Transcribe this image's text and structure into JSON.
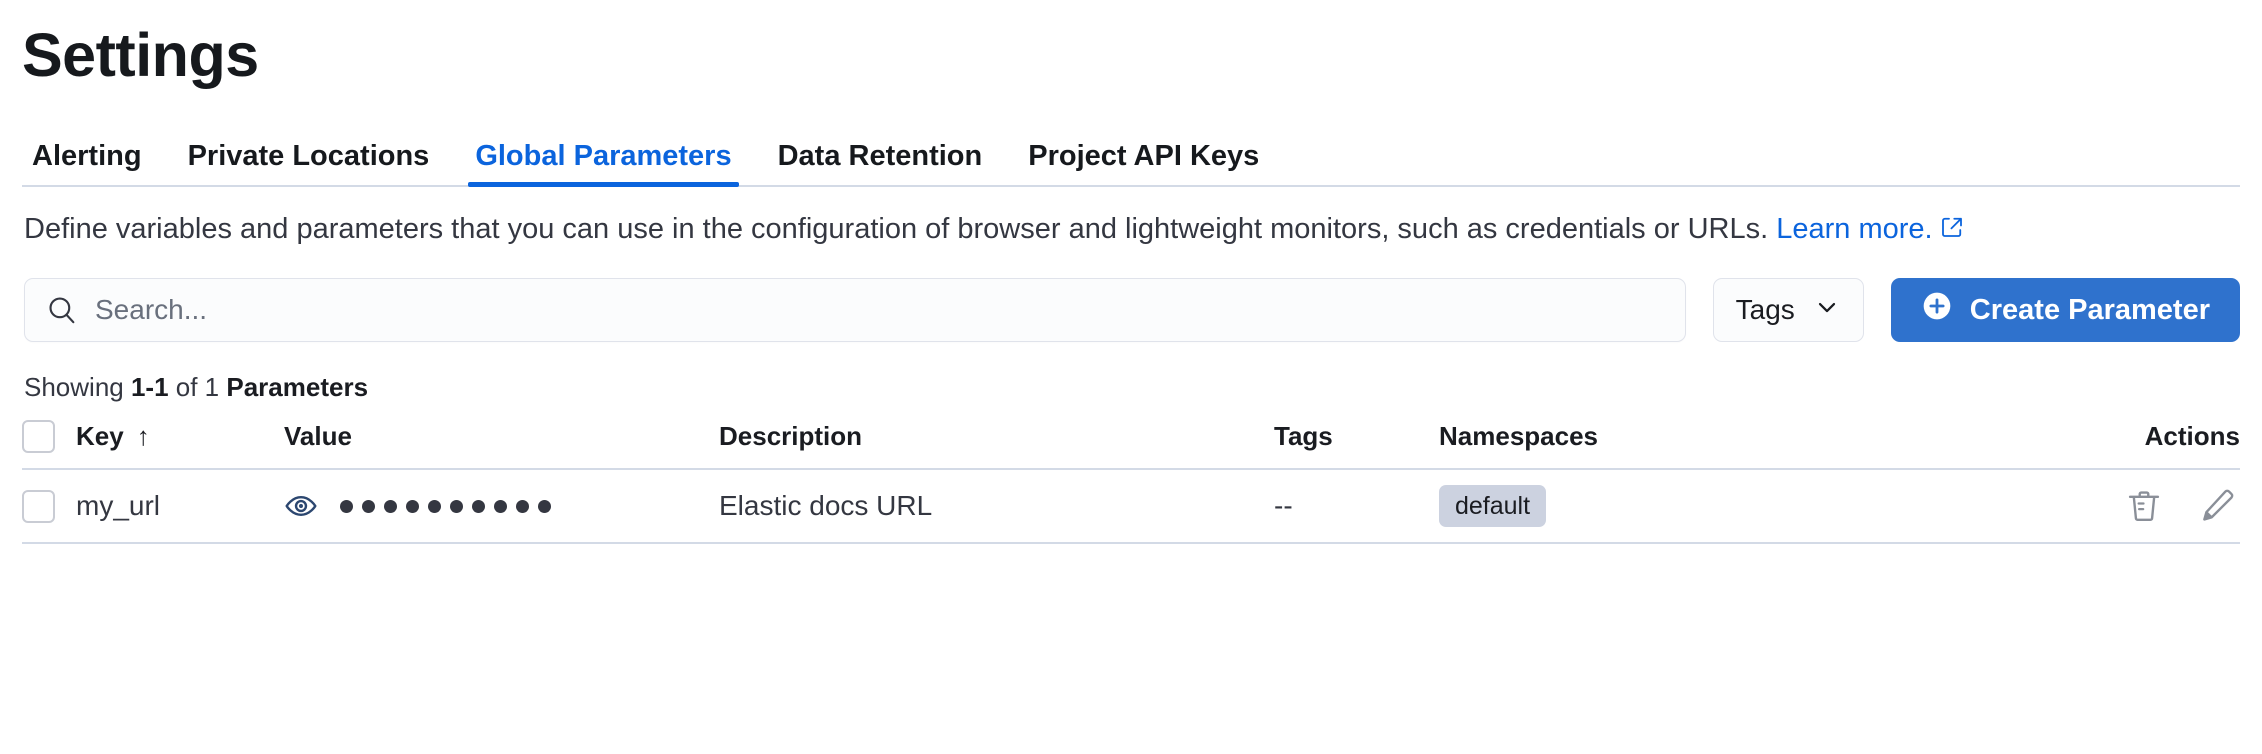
{
  "header": {
    "title": "Settings"
  },
  "tabs": [
    {
      "label": "Alerting",
      "active": false
    },
    {
      "label": "Private Locations",
      "active": false
    },
    {
      "label": "Global Parameters",
      "active": true
    },
    {
      "label": "Data Retention",
      "active": false
    },
    {
      "label": "Project API Keys",
      "active": false
    }
  ],
  "description": {
    "text": "Define variables and parameters that you can use in the configuration of browser and lightweight monitors, such as credentials or URLs. ",
    "link_text": "Learn more.",
    "link_icon": "external-link-icon"
  },
  "controls": {
    "search_placeholder": "Search...",
    "search_value": "",
    "search_icon": "search-icon",
    "tags_label": "Tags",
    "tags_chevron_icon": "chevron-down-icon",
    "create_label": "Create Parameter",
    "create_icon": "plus-circle-icon"
  },
  "results": {
    "showing_prefix": "Showing ",
    "range": "1-1",
    "of_text": " of 1 ",
    "entity": "Parameters"
  },
  "table": {
    "columns": [
      {
        "key": "select",
        "label": ""
      },
      {
        "key": "key",
        "label": "Key",
        "sort": "↑"
      },
      {
        "key": "value",
        "label": "Value"
      },
      {
        "key": "description",
        "label": "Description"
      },
      {
        "key": "tags",
        "label": "Tags"
      },
      {
        "key": "namespaces",
        "label": "Namespaces"
      },
      {
        "key": "actions",
        "label": "Actions"
      }
    ],
    "rows": [
      {
        "key": "my_url",
        "value_masked_dots": 10,
        "value_toggle_icon": "eye-icon",
        "description": "Elastic docs URL",
        "tags": "--",
        "namespaces": [
          "default"
        ],
        "actions": [
          "trash-icon",
          "pencil-icon"
        ]
      }
    ]
  },
  "colors": {
    "accent": "#0b64dd",
    "primary_button": "#2f72cd",
    "border": "#d3dae6",
    "badge_bg": "#ccd2e0",
    "text": "#343741",
    "eye_icon": "#2c4770"
  }
}
